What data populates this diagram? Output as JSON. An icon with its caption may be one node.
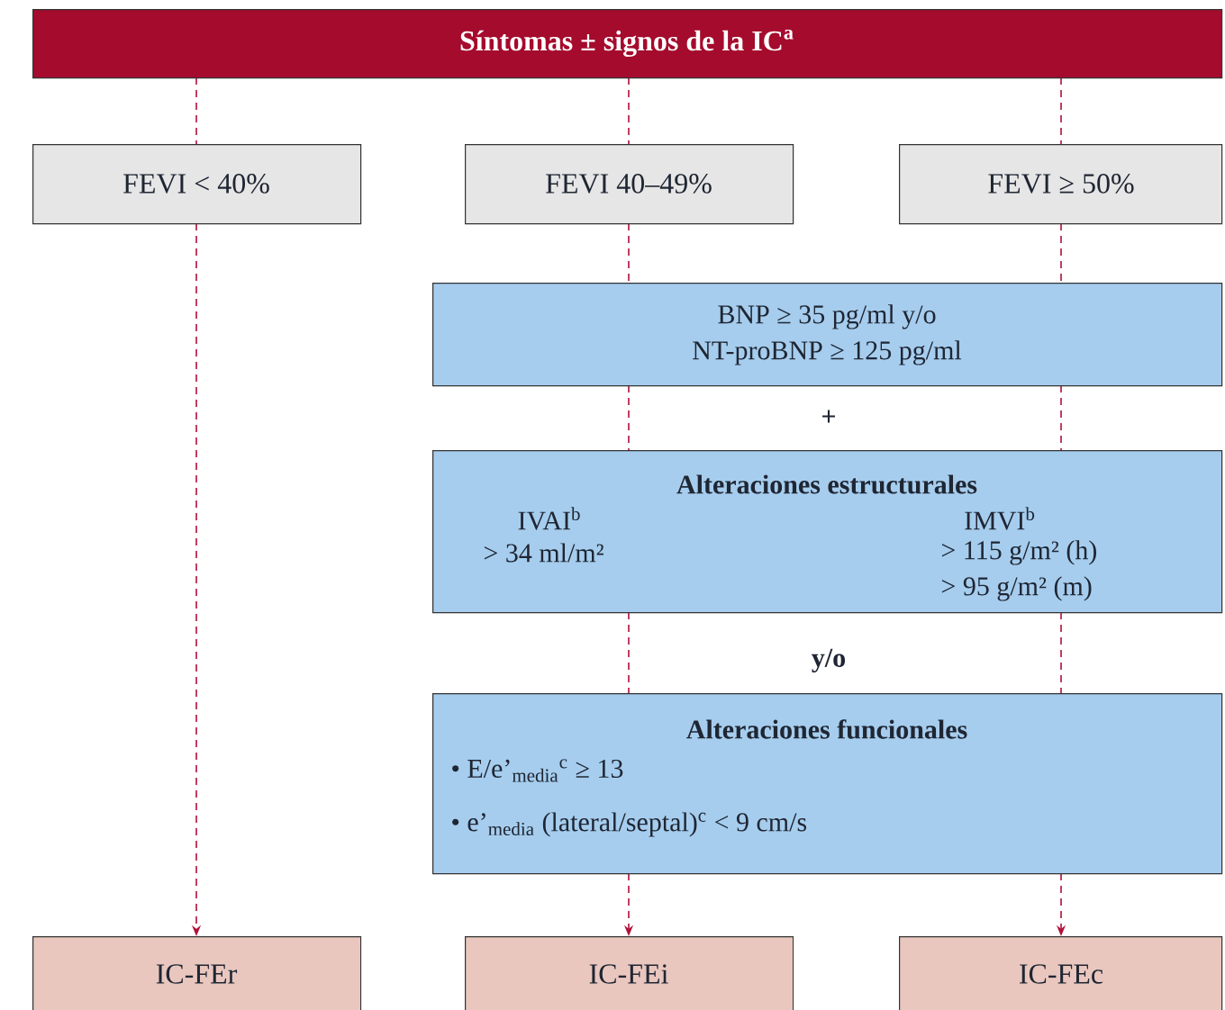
{
  "diagram": {
    "nodes": [
      {
        "text": [
          "Síntomas ± signos de la IC$^{a}$"
        ]
      },
      {
        "text": [
          "FEVI < 40%"
        ]
      },
      {
        "text": [
          "FEVI 40–49%"
        ]
      },
      {
        "text": [
          "FEVI ≥ 50%"
        ]
      },
      {
        "text": [
          "BNP ≥ 35 pg/ml y/o",
          "NT-proBNP ≥ 125 pg/ml"
        ]
      },
      {
        "text": [
          "Alteraciones estructurales",
          "IVAI$^{b}$",
          "> 34 ml/m²",
          "IMVI$^{b}$",
          "> 115 g/m² (h)",
          "> 95 g/m² (m)"
        ]
      },
      {
        "text": [
          "Alteraciones funcionales",
          "• E/e’$_{media}$$^{c}$ ≥ 13",
          "• e’$_{media}$ (lateral/septal)$^{c}$ < 9 cm/s"
        ]
      },
      {
        "text": [
          "IC-FEr"
        ]
      },
      {
        "text": [
          "IC-FEi"
        ]
      },
      {
        "text": [
          "IC-FEc"
        ]
      }
    ],
    "edges": [
      {
        "from": 0,
        "to": 1,
        "arrow": "none",
        "style": "dashed"
      },
      {
        "from": 0,
        "to": 2,
        "arrow": "none",
        "style": "dashed"
      },
      {
        "from": 0,
        "to": 3,
        "arrow": "none",
        "style": "dashed"
      },
      {
        "from": 1,
        "to": 7,
        "arrow": "to",
        "style": "dashed"
      },
      {
        "from": 2,
        "to": 4,
        "arrow": "none",
        "style": "dashed"
      },
      {
        "from": 3,
        "to": 4,
        "arrow": "none",
        "style": "dashed"
      },
      {
        "from": 4,
        "to": 5,
        "arrow": "none",
        "style": "dashed"
      },
      {
        "from": 4,
        "to": 5,
        "arrow": "none",
        "style": "dashed"
      },
      {
        "from": 5,
        "to": 6,
        "arrow": "none",
        "style": "dashed"
      },
      {
        "from": 5,
        "to": 6,
        "arrow": "none",
        "style": "dashed"
      },
      {
        "from": 6,
        "to": 8,
        "arrow": "to",
        "style": "dashed"
      },
      {
        "from": 6,
        "to": 9,
        "arrow": "to",
        "style": "dashed"
      }
    ],
    "labels": [
      "+",
      "y/o"
    ]
  }
}
